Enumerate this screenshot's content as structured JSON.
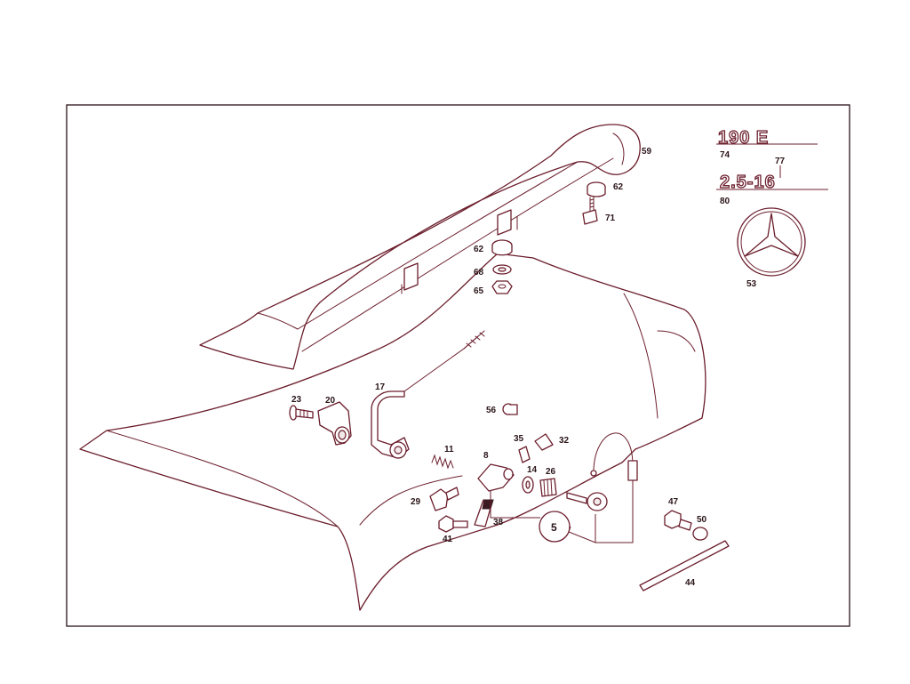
{
  "diagram": {
    "badges": {
      "model": "190 E",
      "engine": "2.5-16"
    },
    "callout": "5",
    "labels": {
      "p59": "59",
      "p74": "74",
      "p77": "77",
      "p80": "80",
      "p53": "53",
      "p62a": "62",
      "p71": "71",
      "p62b": "62",
      "p68": "68",
      "p65": "65",
      "p23": "23",
      "p20": "20",
      "p17": "17",
      "p56": "56",
      "p35": "35",
      "p32": "32",
      "p11": "11",
      "p8": "8",
      "p14": "14",
      "p26": "26",
      "p29": "29",
      "p41": "41",
      "p38": "38",
      "p47": "47",
      "p50": "50",
      "p44": "44"
    }
  }
}
